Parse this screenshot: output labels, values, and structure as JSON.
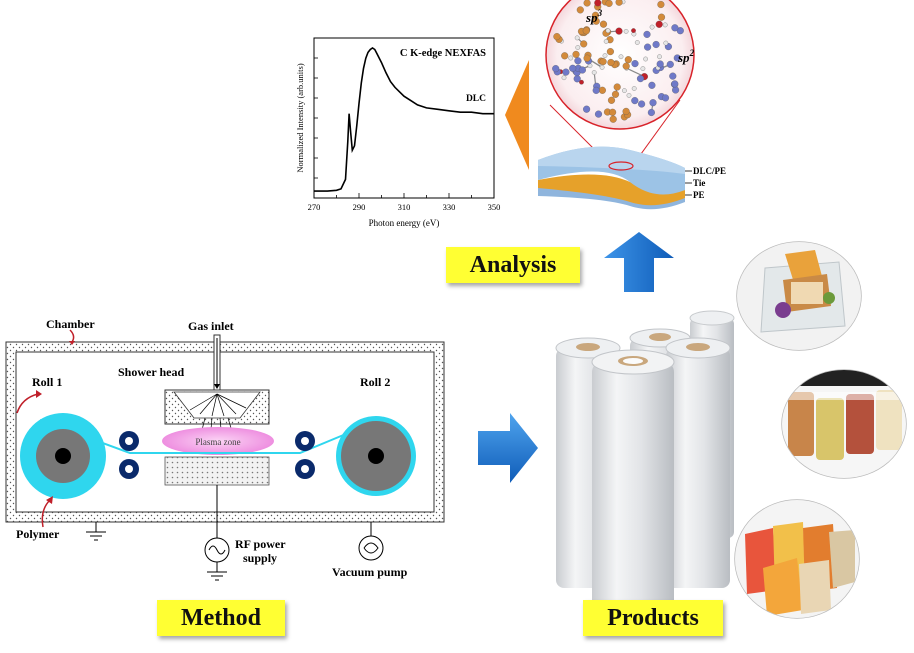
{
  "labels": {
    "method": "Method",
    "products": "Products",
    "analysis": "Analysis"
  },
  "method_diagram": {
    "chamber": "Chamber",
    "gas_inlet": "Gas inlet",
    "shower_head": "Shower head",
    "roll1": "Roll 1",
    "roll2": "Roll 2",
    "plasma_zone": "Plasma zone",
    "polymer": "Polymer",
    "rf_line1": "RF power",
    "rf_line2": "supply",
    "vacuum_pump": "Vacuum pump"
  },
  "layers": {
    "top": "DLC/PE",
    "middle": "Tie",
    "bottom": "PE"
  },
  "molecule": {
    "sp3_base": "sp",
    "sp3_sup": "3",
    "sp2_base": "sp",
    "sp2_sup": "2"
  },
  "colors": {
    "accent_yellow": "#ffff33",
    "arrow_blue": "#1a6fd1",
    "arrow_orange": "#f08a1e",
    "film_cyan": "#2fd6ee",
    "plasma_pink": "#f4a6e8",
    "layer_orange": "#e6a12a",
    "layer_blue": "#8fb5dd"
  },
  "chart_data": {
    "type": "line",
    "title": "C K-edge NEXFAS",
    "xlabel": "Photon energy (eV)",
    "ylabel": "Normalized Intensity (arb.units)",
    "x_ticks": [
      "270",
      "290",
      "310",
      "330",
      "350"
    ],
    "xlim": [
      270,
      350
    ],
    "ylim": [
      0,
      1
    ],
    "series": [
      {
        "name": "DLC",
        "x": [
          270,
          276,
          280,
          282,
          284,
          285,
          285.6,
          286.3,
          287,
          288,
          289,
          290,
          291,
          292,
          293,
          294,
          295,
          296,
          297,
          298,
          300,
          302,
          304,
          306,
          308,
          310,
          313,
          316,
          320,
          325,
          330,
          335,
          340,
          345,
          350
        ],
        "y": [
          0.02,
          0.02,
          0.025,
          0.035,
          0.1,
          0.36,
          0.55,
          0.42,
          0.3,
          0.33,
          0.47,
          0.62,
          0.76,
          0.86,
          0.93,
          0.97,
          0.99,
          1.0,
          0.99,
          0.96,
          0.9,
          0.83,
          0.77,
          0.73,
          0.7,
          0.67,
          0.64,
          0.61,
          0.59,
          0.58,
          0.57,
          0.56,
          0.56,
          0.55,
          0.55
        ]
      }
    ]
  }
}
